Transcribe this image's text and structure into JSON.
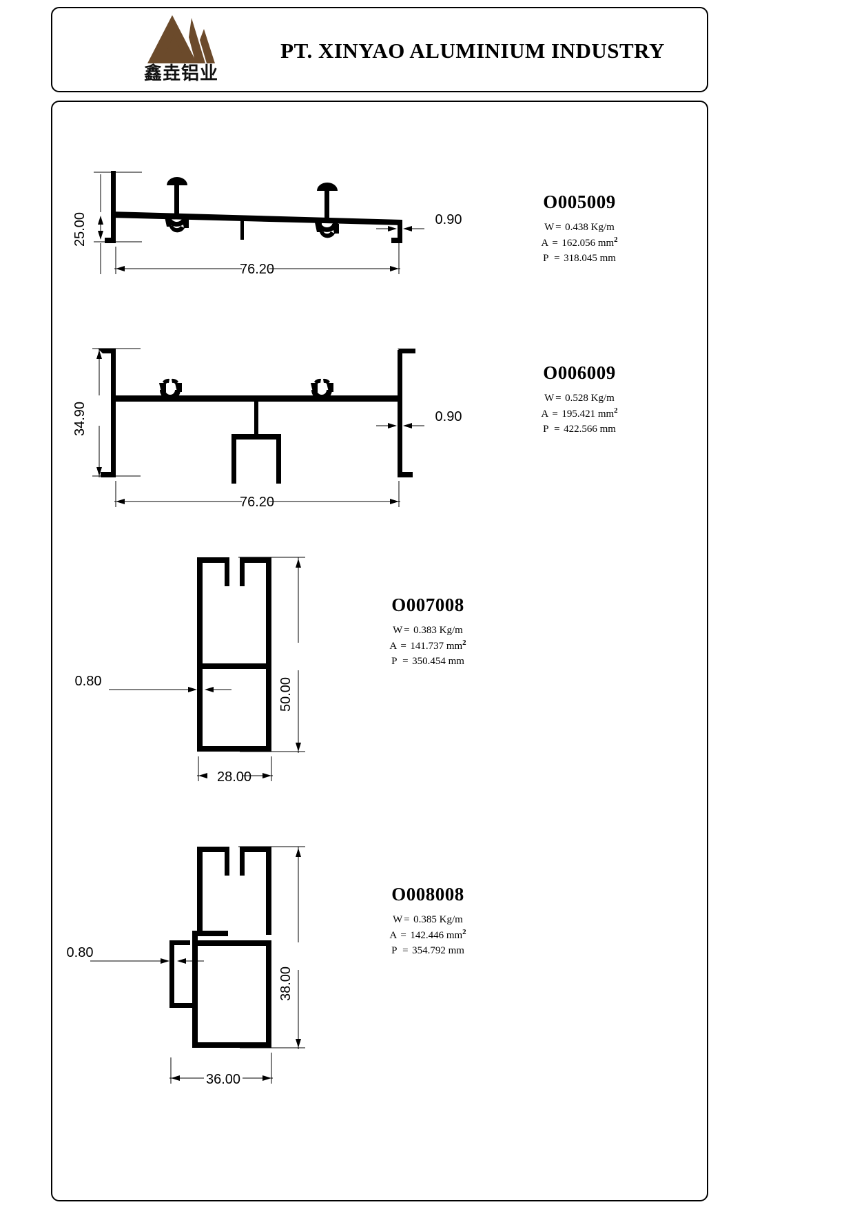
{
  "header": {
    "company_title": "PT. XINYAO ALUMINIUM INDUSTRY",
    "logo_chinese": "鑫垚铝业",
    "logo_color": "#6b4a2b"
  },
  "profiles": [
    {
      "code": "O005009",
      "weight_label": "W",
      "weight_eq": "=",
      "weight_value": "0.438 Kg/m",
      "area_label": "A",
      "area_eq": "=",
      "area_value": "162.056 mm",
      "perimeter_label": "P",
      "perimeter_eq": "=",
      "perimeter_value": "318.045 mm",
      "dimensions": {
        "height": "25.00",
        "width": "76.20",
        "thickness": "0.90"
      }
    },
    {
      "code": "O006009",
      "weight_label": "W",
      "weight_eq": "=",
      "weight_value": "0.528 Kg/m",
      "area_label": "A",
      "area_eq": "=",
      "area_value": "195.421  mm",
      "perimeter_label": "P",
      "perimeter_eq": "=",
      "perimeter_value": "422.566 mm",
      "dimensions": {
        "height": "34.90",
        "width": "76.20",
        "thickness": "0.90"
      }
    },
    {
      "code": "O007008",
      "weight_label": "W",
      "weight_eq": "=",
      "weight_value": "0.383 Kg/m",
      "area_label": "A",
      "area_eq": "=",
      "area_value": "141.737 mm",
      "perimeter_label": "P",
      "perimeter_eq": "=",
      "perimeter_value": "350.454 mm",
      "dimensions": {
        "height": "50.00",
        "width": "28.00",
        "thickness": "0.80"
      }
    },
    {
      "code": "O008008",
      "weight_label": "W",
      "weight_eq": "=",
      "weight_value": "0.385 Kg/m",
      "area_label": "A",
      "area_eq": "=",
      "area_value": "142.446 mm",
      "perimeter_label": "P",
      "perimeter_eq": "=",
      "perimeter_value": "354.792 mm",
      "dimensions": {
        "height": "38.00",
        "width": "36.00",
        "thickness": "0.80"
      }
    }
  ]
}
